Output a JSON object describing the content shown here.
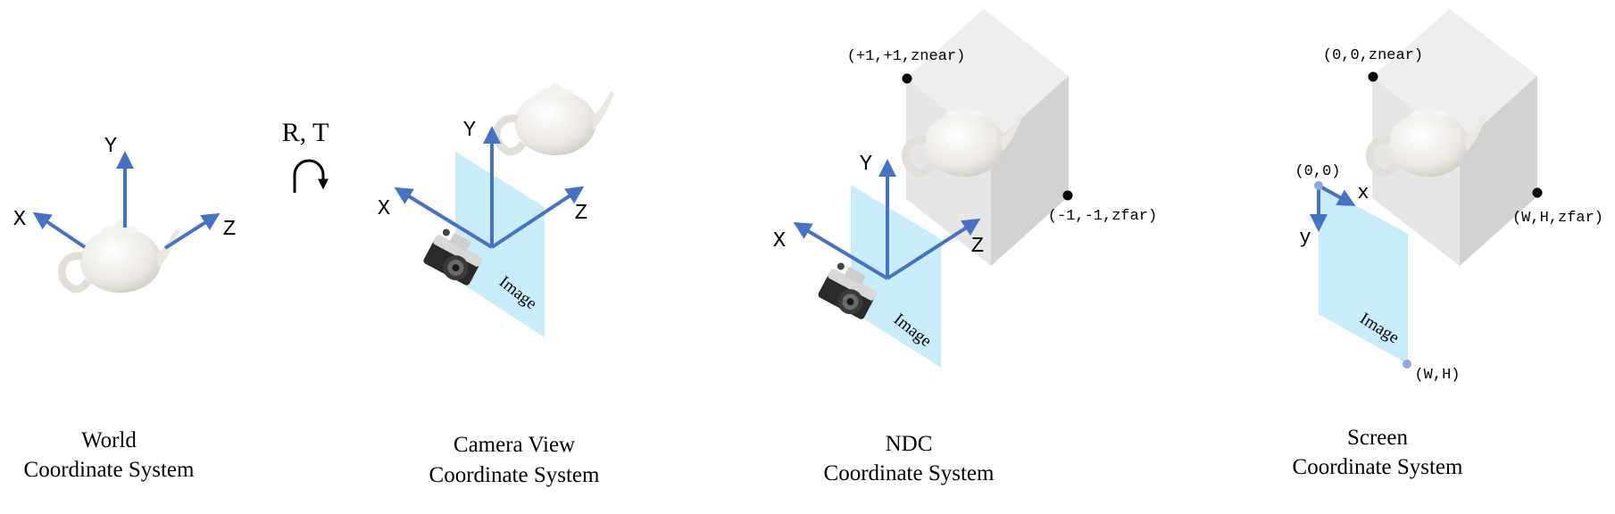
{
  "colors": {
    "axis": "#4472C4",
    "image_plane": "#C8ECFA",
    "box_front": "#E4E4E4",
    "box_top": "#EEEEEE",
    "box_side": "#D2D2D2",
    "teapot": "#F1EFEC",
    "point": "#000000",
    "screen_point": "#8FA9E0"
  },
  "transform": {
    "label": "R, T"
  },
  "panels": [
    {
      "title": [
        "World",
        "Coordinate System"
      ],
      "axes": [
        "X",
        "Y",
        "Z"
      ]
    },
    {
      "title": [
        "Camera View",
        "Coordinate System"
      ],
      "axes": [
        "X",
        "Y",
        "Z"
      ],
      "image_label": "Image"
    },
    {
      "title": [
        "NDC",
        "Coordinate System"
      ],
      "axes": [
        "X",
        "Y",
        "Z"
      ],
      "image_label": "Image",
      "corners": [
        "(+1,+1,znear)",
        "(-1,-1,zfar)"
      ]
    },
    {
      "title": [
        "Screen",
        "Coordinate System"
      ],
      "axes": [
        "x",
        "y"
      ],
      "image_label": "Image",
      "corners": [
        "(0,0,znear)",
        "(W,H,zfar)",
        "(0,0)",
        "(W,H)"
      ]
    }
  ],
  "icons": [
    "teapot-icon",
    "camera-icon",
    "rotate-arrow-icon"
  ]
}
